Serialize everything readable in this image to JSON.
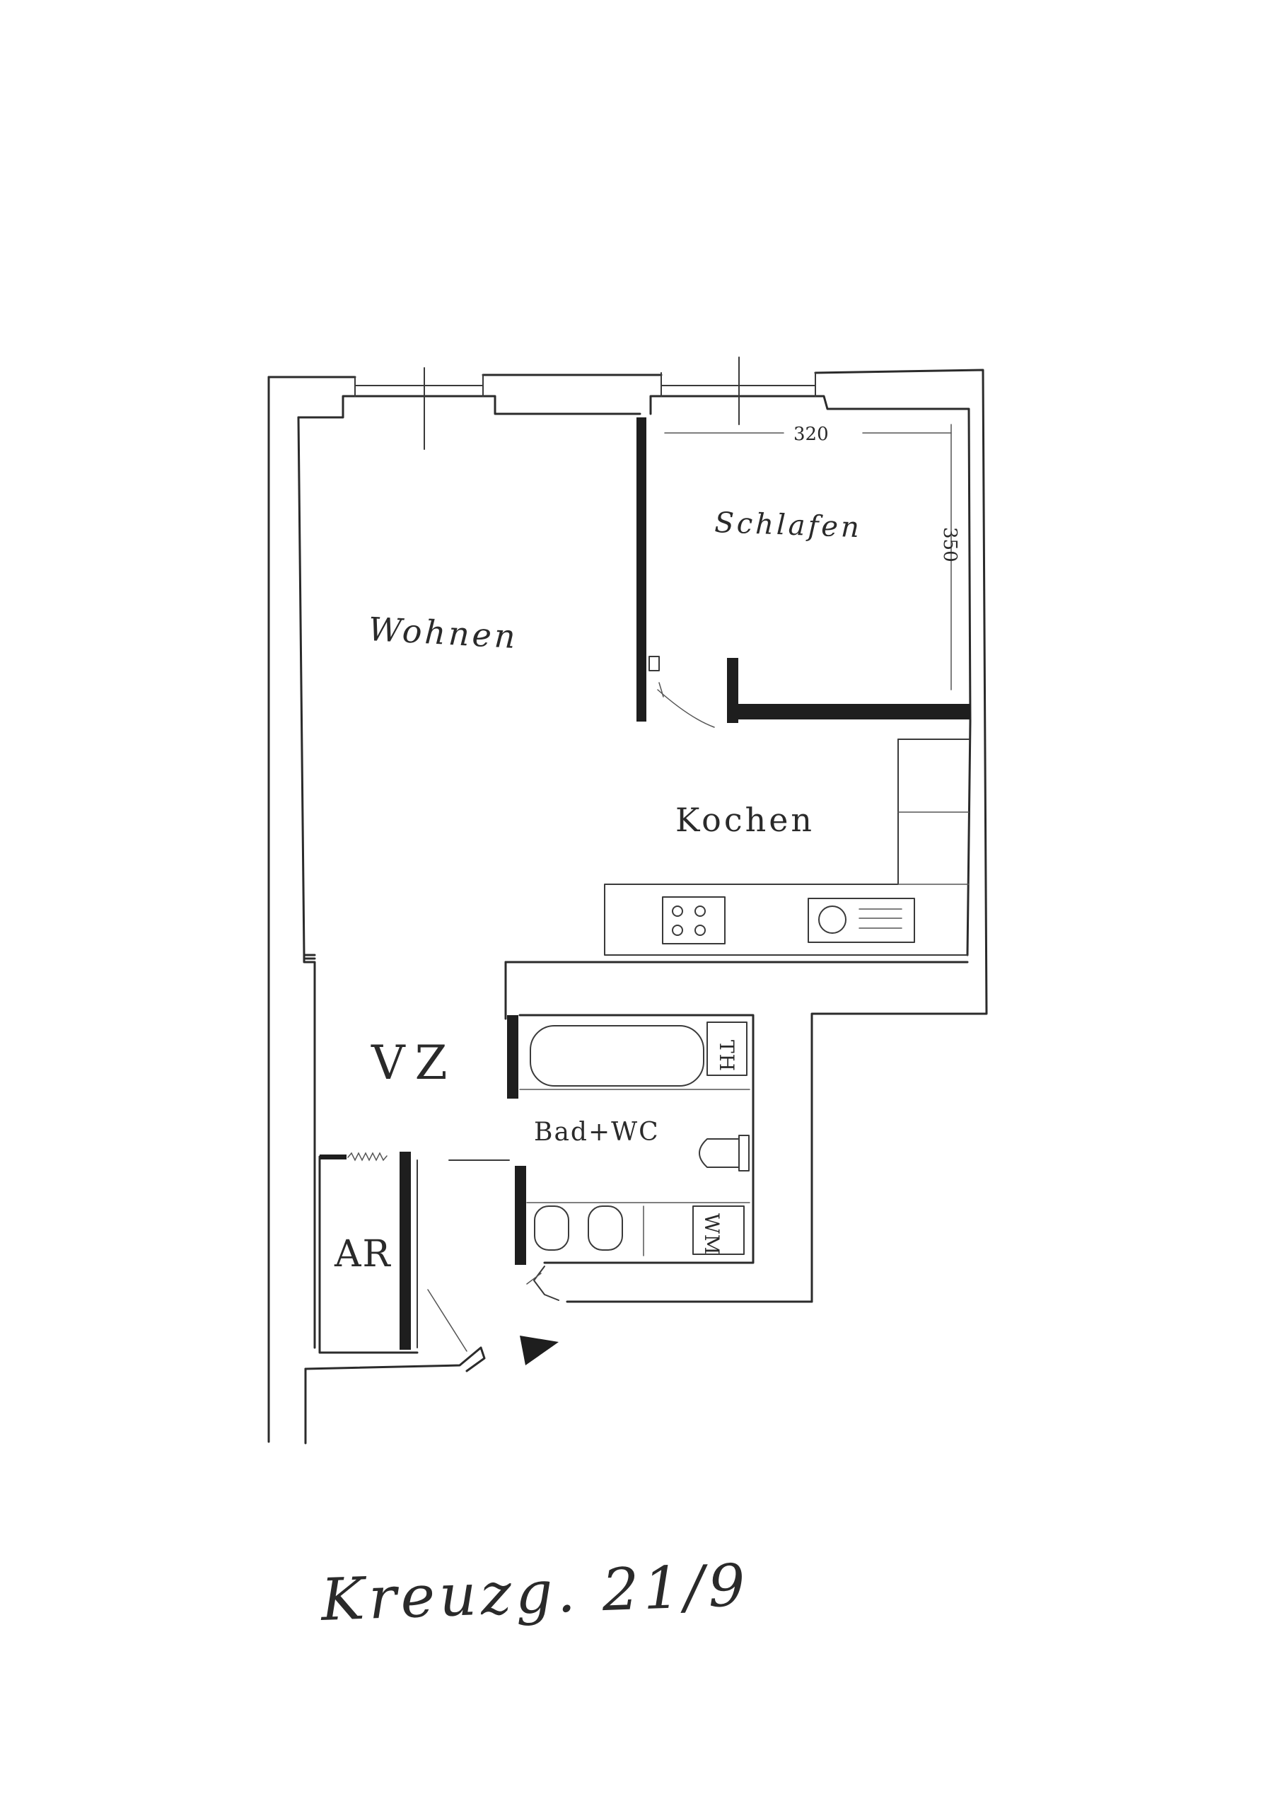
{
  "rooms": {
    "wohnen": "Wohnen",
    "schlafen": "Schlafen",
    "kochen": "Kochen",
    "vz": "VZ",
    "bad_wc": "Bad+WC",
    "ar": "AR"
  },
  "dimensions": {
    "width": "320",
    "depth": "350"
  },
  "fixtures": {
    "th": "TH",
    "wm": "WM"
  },
  "caption": "Kreuzg. 21/9"
}
